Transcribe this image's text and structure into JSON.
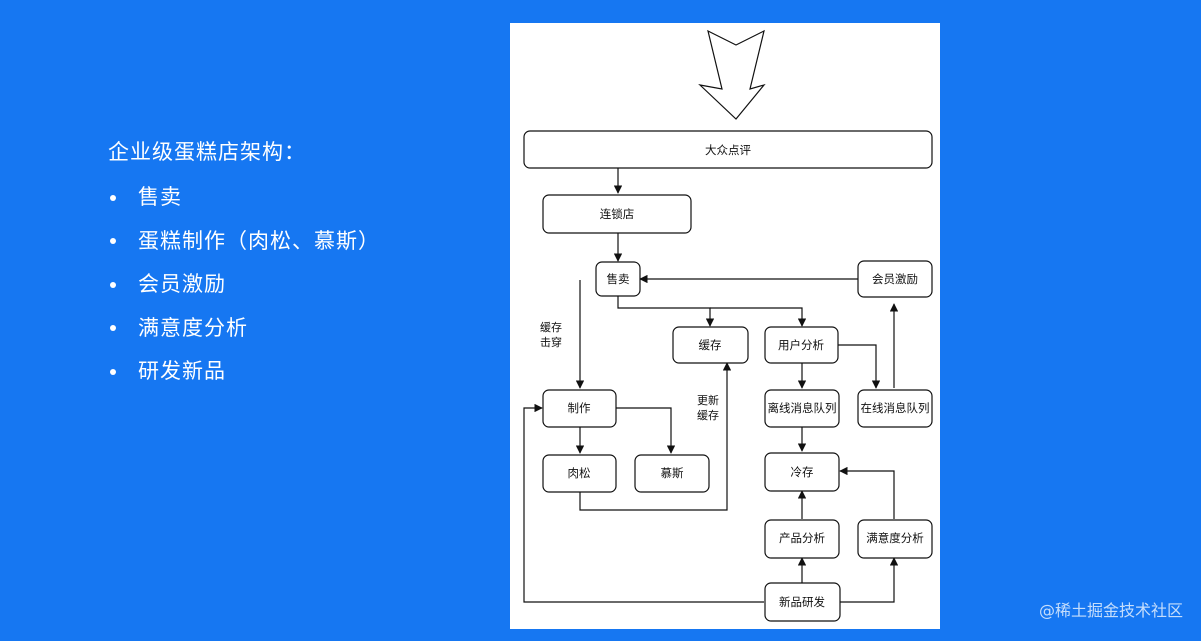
{
  "slide": {
    "title": "企业级蛋糕店架构：",
    "bullets": [
      {
        "text": "售卖"
      },
      {
        "text": "蛋糕制作（肉松、慕斯）"
      },
      {
        "text": "会员激励"
      },
      {
        "text": "满意度分析"
      },
      {
        "text": "研发新品"
      }
    ]
  },
  "diagram": {
    "nodes": {
      "dianping": "大众点评",
      "chain_store": "连锁店",
      "sales": "售卖",
      "member_incentive": "会员激励",
      "cache": "缓存",
      "user_analysis": "用户分析",
      "make": "制作",
      "offline_queue": "离线消息队列",
      "online_queue": "在线消息队列",
      "rousong": "肉松",
      "mousse": "慕斯",
      "cold_storage": "冷存",
      "product_analysis": "产品分析",
      "satisfaction_analysis": "满意度分析",
      "new_product_rd": "新品研发"
    },
    "edge_labels": {
      "cache_penetration_line1": "缓存",
      "cache_penetration_line2": "击穿",
      "update_cache_line1": "更新",
      "update_cache_line2": "缓存"
    }
  },
  "watermark": "@稀土掘金技术社区"
}
